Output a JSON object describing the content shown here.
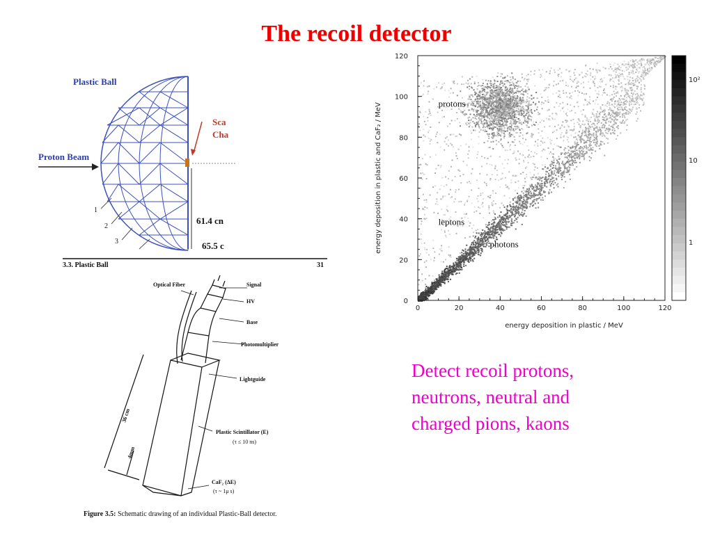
{
  "slide": {
    "title": "The recoil detector",
    "caption_lines": [
      "Detect recoil protons,",
      "neutrons, neutral and",
      "charged pions, kaons"
    ]
  },
  "ball_figure": {
    "labels": {
      "plastic_ball": "Plastic Ball",
      "proton_beam": "Proton Beam",
      "sca": "Sca",
      "cha": "Cha",
      "dist1": "61.4 cn",
      "dist2": "65.5 c",
      "n1": "1",
      "n2": "2",
      "n3": "3"
    },
    "footer_left": "3.3.   Plastic Ball",
    "footer_right": "31"
  },
  "detector_figure": {
    "labels": {
      "optical_fiber": "Optical Fiber",
      "signal": "Signal",
      "hv": "HV",
      "base": "Base",
      "photomultiplier": "Photomultiplier",
      "lightguide": "Lightguide",
      "plastic_scint": "Plastic Scintillator (E)",
      "tau1": "(τ ≤ 10  ns)",
      "caf2": "CaF₂ (ΔE)",
      "tau2": "(τ ~ 1μ s)",
      "dim_36": "36 cm",
      "dim_4": "4mm"
    },
    "caption_prefix": "Figure 3.5:",
    "caption_text": " Schematic drawing of an individual Plastic-Ball detector."
  },
  "chart_data": {
    "type": "heatmap",
    "xlabel": "energy deposition in plastic / MeV",
    "ylabel": "energy deposition in plastic and CaF₂ / MeV",
    "xlim": [
      0,
      120
    ],
    "ylim": [
      0,
      120
    ],
    "x_ticks": [
      "0",
      "20",
      "40",
      "60",
      "80",
      "100",
      "120"
    ],
    "y_ticks": [
      "0",
      "20",
      "40",
      "60",
      "80",
      "100",
      "120"
    ],
    "annotations": [
      {
        "text": "protons",
        "x": 10,
        "y": 95
      },
      {
        "text": "leptons",
        "x": 10,
        "y": 37
      },
      {
        "text": "photons",
        "x": 35,
        "y": 26
      }
    ],
    "colorbar_labels": [
      "10²",
      "10",
      "1"
    ],
    "grid": false
  }
}
